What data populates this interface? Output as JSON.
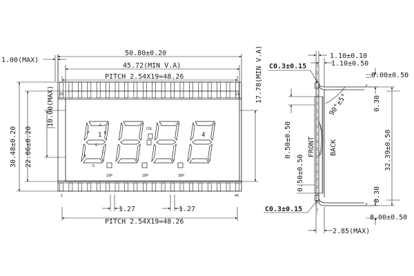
{
  "front_view": {
    "labels": {
      "max_thickness": "1.00(MAX)",
      "overall_width": "50.80±0.20",
      "view_area_width": "45.72(MIN V.A)",
      "pitch_top": "PITCH 2.54X19=48.26",
      "view_area_height_left": "10.00(MAX)",
      "overall_height": "30.48±0.20",
      "glass_height": "22.86±0.20",
      "view_area_height_right": "17.78(MIN V.A)",
      "pin_width_left": "1.27",
      "pin_width_right": "1.27",
      "pitch_bottom": "PITCH 2.54X19=48.26"
    },
    "pin_numbers": {
      "top_left": "20",
      "top_right": "21",
      "bottom_left": "1",
      "bottom_right": "40"
    },
    "digit_labels": {
      "digit1": "1",
      "digit4": "4",
      "col": "COL",
      "seg_a": "A",
      "seg_b": "B",
      "seg_c": "C",
      "seg_d": "D",
      "seg_e": "E",
      "seg_f": "F",
      "seg_g": "G",
      "dp1": "1DP",
      "dp2": "2DP",
      "dp3": "3DP"
    }
  },
  "side_view": {
    "labels": {
      "chamfer_top": "C0.3±0.15",
      "chamfer_bottom": "C0.3±0.15",
      "dim_top_a": "1.10±0.10",
      "dim_top_b": "1.10±0.50",
      "dim_top_right": "8.00±0.50",
      "dim_bottom_right": "8.00±0.50",
      "angle": "90°±5°",
      "gap_top_left": "0.50±0.50",
      "gap_bottom_left": "0.50±0.50",
      "front": "FRONT",
      "back": "BACK",
      "gap_right_top": "0.30",
      "pin_length": "32.39±0.50",
      "gap_right_bottom": "0.30",
      "depth_max": "2.85(MAX)"
    }
  }
}
